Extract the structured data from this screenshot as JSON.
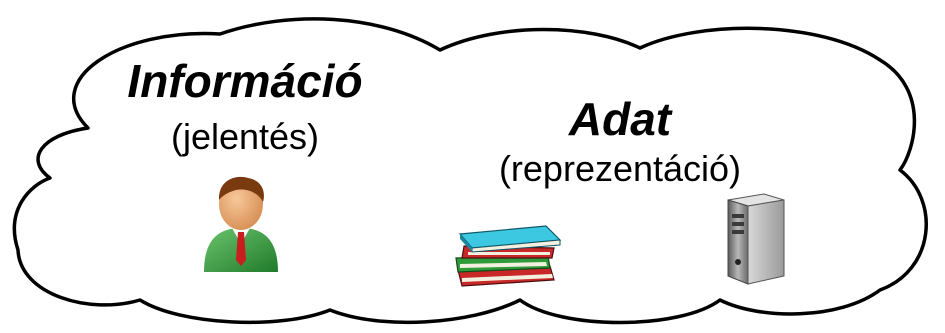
{
  "information": {
    "title": "Információ",
    "subtitle": "(jelentés)",
    "icon": "person-icon"
  },
  "data": {
    "title": "Adat",
    "subtitle": "(reprezentáció)",
    "icons": [
      "books-icon",
      "server-icon"
    ]
  },
  "colors": {
    "cloud_stroke": "#000000",
    "cloud_fill": "#ffffff",
    "person_suit": "#3a9a3a",
    "person_skin": "#e8a46a",
    "person_hair": "#7a3a10",
    "tie": "#c81e1e",
    "book_cyan": "#3cc8e0",
    "server_gray": "#8a8a8a"
  }
}
